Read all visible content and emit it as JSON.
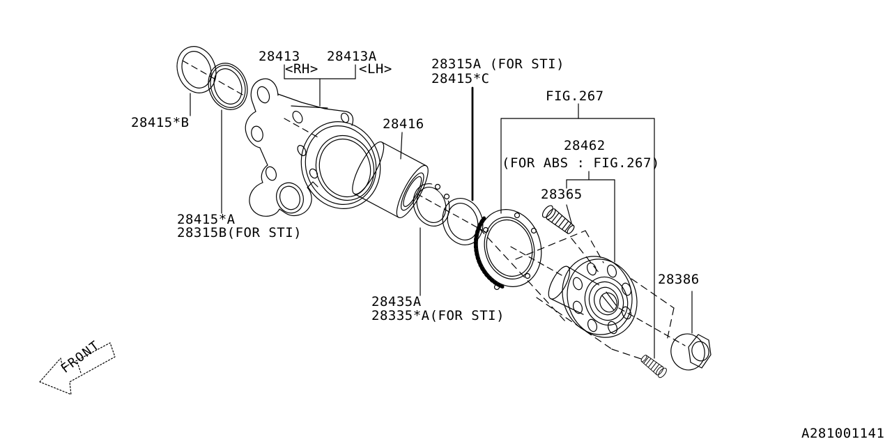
{
  "page": {
    "background": "#ffffff",
    "line_color": "#000000"
  },
  "labels": {
    "knuckle_rh": "28413",
    "knuckle_rh_side": "<RH>",
    "knuckle_lh": "28413A",
    "knuckle_lh_side": "<LH>",
    "outer_seal": "28415*B",
    "inner_seal_line1": "28415*A",
    "inner_seal_line2": "28315B(FOR STI)",
    "bearing": "28416",
    "snap_ring_line1": "28435A",
    "snap_ring_line2": "28335*A(FOR STI)",
    "side_seal_line1": "28315A (FOR STI)",
    "side_seal_line2": "28415*C",
    "figure_ref": "FIG.267",
    "tone_wheel": "28462",
    "tone_wheel_note": "(FOR ABS : FIG.267)",
    "hub_bolt": "28365",
    "axle_cap": "28386"
  },
  "footer": {
    "drawing_number": "A281001141"
  },
  "orientation": {
    "front_label": "FRONT"
  }
}
